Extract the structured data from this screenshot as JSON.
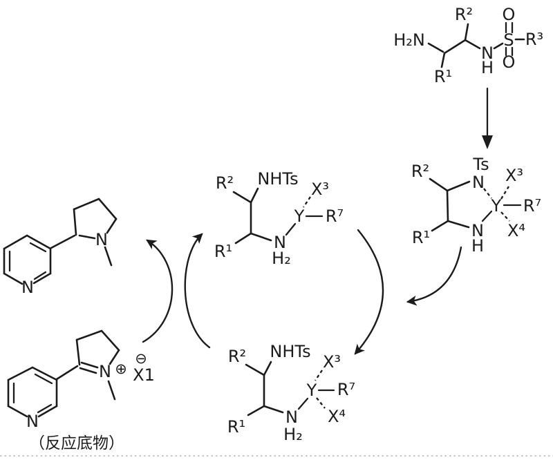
{
  "diagram": {
    "description": "Catalytic cycle: sulfonyl diamine ligand forms Y metal complex that converts an iminium salt substrate into nicotine",
    "ink_color": "#1b1b1b",
    "background_color": "#ffffff",
    "labels": {
      "sulfonamide": {
        "h2n": "H₂N",
        "r2": "R²",
        "r1": "R¹",
        "n": "N",
        "h": "H",
        "s": "S",
        "o_top": "O",
        "o_bottom": "O",
        "r3": "R³"
      },
      "metal_complex": {
        "r2": "R²",
        "r1": "R¹",
        "ts": "Ts",
        "n_top": "N",
        "n_bottom": "N",
        "h": "H",
        "y": "Y",
        "x3": "X³",
        "x4": "X⁴",
        "r7": "R⁷"
      },
      "top_intermediate": {
        "r2": "R²",
        "r1": "R¹",
        "nhts": "NHTs",
        "x3": "X³",
        "y": "Y",
        "r7": "R⁷",
        "n": "N",
        "h2": "H₂"
      },
      "bottom_intermediate": {
        "r2": "R²",
        "r1": "R¹",
        "nhts": "NHTs",
        "x3": "X³",
        "x4": "X⁴",
        "y": "Y",
        "r7": "R⁷",
        "n": "N",
        "h2": "H₂"
      },
      "nicotine": {
        "pyridine_n": "N",
        "pyrrolidine_n": "N"
      },
      "substrate": {
        "pyridine_n": "N",
        "iminium_n": "N",
        "plus_charge": "⊕",
        "minus_charge": "⊖",
        "counterion": "X1",
        "caption": "（反应底物）"
      }
    }
  }
}
